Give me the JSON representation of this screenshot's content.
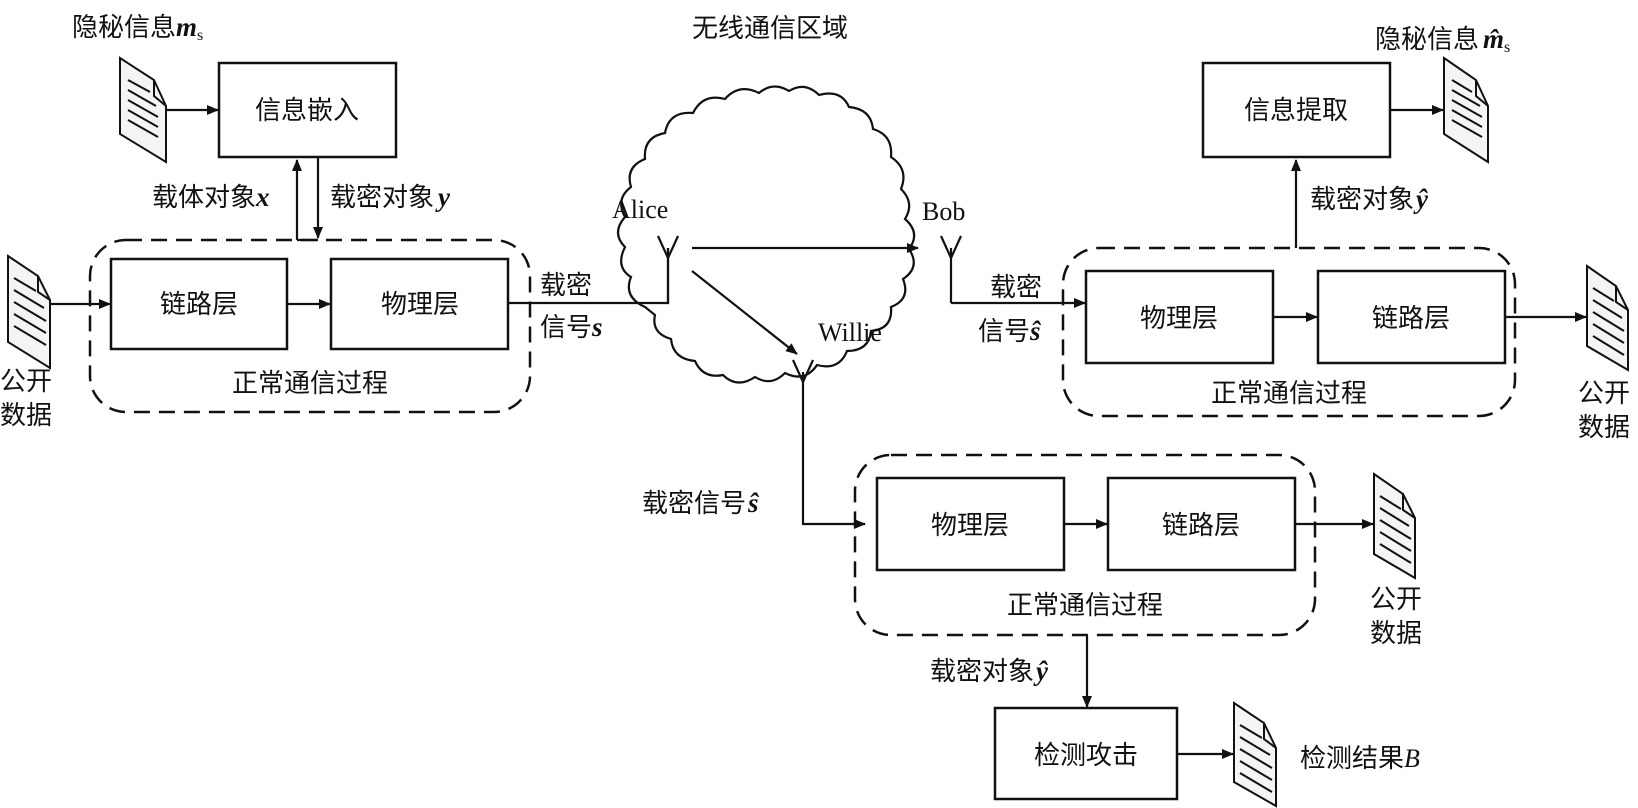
{
  "diagram": {
    "title_cloud": "无线通信区域",
    "sender": {
      "secret_label": "隐秘信息",
      "secret_symbol": "m",
      "secret_sub": "s",
      "embed_box": "信息嵌入",
      "cover_label": "载体对象",
      "cover_symbol": "x",
      "stego_label": "载密对象",
      "stego_symbol": "y",
      "link_layer": "链路层",
      "phy_layer": "物理层",
      "process_label": "正常通信过程",
      "public_data_line1": "公开",
      "public_data_line2": "数据",
      "signal_line1": "载密",
      "signal_line2": "信号",
      "signal_symbol": "s"
    },
    "nodes": {
      "alice": "Alice",
      "bob": "Bob",
      "willie": "Willie"
    },
    "receiver": {
      "secret_label": "隐秘信息",
      "secret_symbol": "m̂",
      "secret_sub": "s",
      "extract_box": "信息提取",
      "stego_label": "载密对象",
      "stego_symbol": "ŷ",
      "phy_layer": "物理层",
      "link_layer": "链路层",
      "process_label": "正常通信过程",
      "public_data_line1": "公开",
      "public_data_line2": "数据",
      "signal_line1": "载密",
      "signal_line2": "信号",
      "signal_symbol": "ŝ"
    },
    "warden": {
      "signal_label": "载密信号",
      "signal_symbol": "ŝ",
      "phy_layer": "物理层",
      "link_layer": "链路层",
      "process_label": "正常通信过程",
      "public_data_line1": "公开",
      "public_data_line2": "数据",
      "stego_label": "载密对象",
      "stego_symbol": "ŷ",
      "detect_box": "检测攻击",
      "result_label": "检测结果",
      "result_symbol": "B"
    }
  }
}
